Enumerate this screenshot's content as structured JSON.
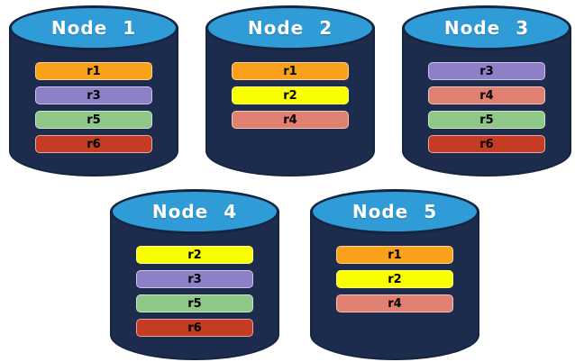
{
  "diagram": {
    "description": "replica-distribution-across-database-nodes",
    "background": "#ffffff"
  },
  "colors": {
    "cylinder_body": "#1d2b4d",
    "cylinder_top": "#2f9cd8",
    "cylinder_outline": "#152540",
    "title_text": "#ffffff",
    "bar_text": "#000000",
    "replicas": {
      "r1": "#f9a11b",
      "r2": "#faff00",
      "r3": "#8e80c6",
      "r4": "#e08070",
      "r5": "#8ec788",
      "r6": "#c43c24"
    }
  },
  "nodes": [
    {
      "label": "Node 1",
      "replicas": [
        "r1",
        "r3",
        "r5",
        "r6"
      ]
    },
    {
      "label": "Node 2",
      "replicas": [
        "r1",
        "r2",
        "r4"
      ]
    },
    {
      "label": "Node 3",
      "replicas": [
        "r3",
        "r4",
        "r5",
        "r6"
      ]
    },
    {
      "label": "Node 4",
      "replicas": [
        "r2",
        "r3",
        "r5",
        "r6"
      ]
    },
    {
      "label": "Node 5",
      "replicas": [
        "r1",
        "r2",
        "r4"
      ]
    }
  ],
  "rows": [
    [
      0,
      1,
      2
    ],
    [
      3,
      4
    ]
  ]
}
